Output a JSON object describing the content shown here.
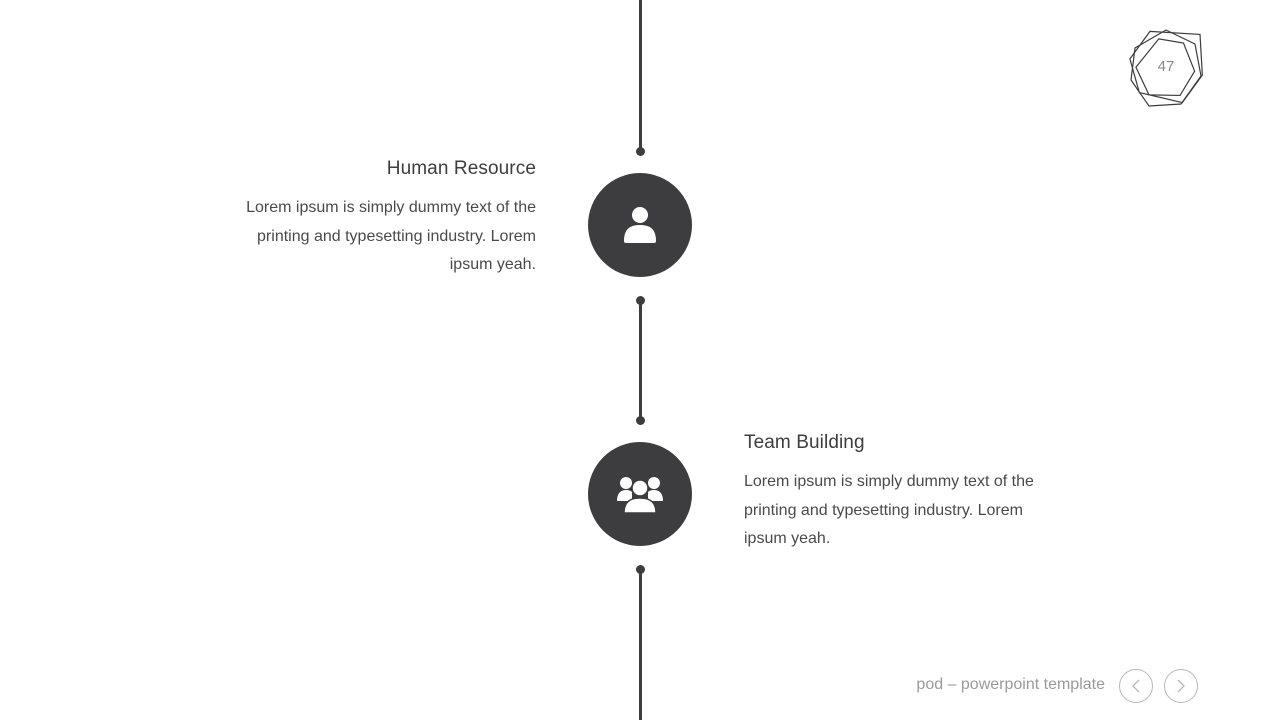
{
  "slide": {
    "page_number": "47",
    "footer_label": "pod – powerpoint template"
  },
  "timeline": {
    "items": [
      {
        "title": "Human Resource",
        "body": "Lorem ipsum is simply dummy text of the printing and typesetting industry. Lorem ipsum yeah.",
        "icon": "person-icon"
      },
      {
        "title": "Team Building",
        "body": "Lorem ipsum is simply dummy text of the printing and typesetting industry. Lorem ipsum yeah.",
        "icon": "group-icon"
      }
    ]
  },
  "navigation": {
    "prev_icon": "chevron-left-icon",
    "next_icon": "chevron-right-icon"
  },
  "colors": {
    "accent": "#3d3d3f",
    "muted": "#9a9a9c",
    "background": "#ffffff"
  }
}
